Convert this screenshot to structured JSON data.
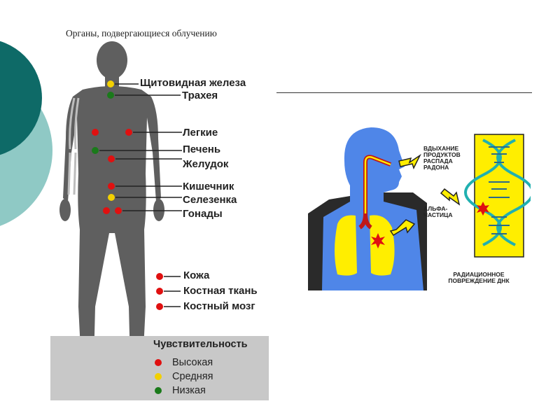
{
  "left_figure": {
    "title": "Органы, подвергающиеся облучению",
    "organs": [
      {
        "label": "Щитовидная железа",
        "sensitivity": "средняя"
      },
      {
        "label": "Трахея",
        "sensitivity": "низкая"
      },
      {
        "label": "Легкие",
        "sensitivity": "высокая"
      },
      {
        "label": "Печень",
        "sensitivity": "низкая"
      },
      {
        "label": "Желудок",
        "sensitivity": "высокая"
      },
      {
        "label": "Кишечник",
        "sensitivity": "высокая"
      },
      {
        "label": "Селезенка",
        "sensitivity": "средняя"
      },
      {
        "label": "Гонады",
        "sensitivity": "высокая"
      },
      {
        "label": "Кожа",
        "sensitivity": "высокая"
      },
      {
        "label": "Костная ткань",
        "sensitivity": "высокая"
      },
      {
        "label": "Костный мозг",
        "sensitivity": "высокая"
      }
    ],
    "legend": {
      "title": "Чувствительность",
      "items": [
        {
          "label": "Высокая",
          "color": "#e01010"
        },
        {
          "label": "Средняя",
          "color": "#f2d000"
        },
        {
          "label": "Низкая",
          "color": "#1a7a1a"
        }
      ]
    }
  },
  "right_figure": {
    "labels": {
      "radon": "ВДЫХАНИЕ ПРОДУКТОВ РАСПАДА РАДОНА",
      "alpha": "АЛЬФА- ЧАСТИЦА",
      "dna": "РАДИАЦИОННОЕ ПОВРЕЖДЕНИЕ ДНК"
    },
    "colors": {
      "silhouette": "#4f86e8",
      "lungs": "#ffee00",
      "dna_panel": "#ffee00",
      "dna_strand": "#20b0b0"
    }
  },
  "colors": {
    "deco_dark": "#0e6a67",
    "deco_light": "#8fc9c5",
    "body": "#5f5f5f"
  }
}
